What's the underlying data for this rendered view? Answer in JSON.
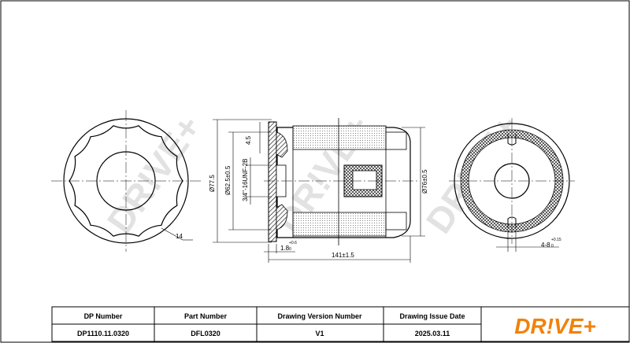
{
  "watermark": "DR!VE+",
  "dimensions": {
    "d_outer": "Ø77.5",
    "d_body": "Ø76±0.5",
    "d_gasket": "Ø62.5±0.5",
    "thread": "3/4\"-16UNF-2B",
    "h_top": "4.5",
    "h_bottom": "1.8",
    "h_bottom_tol": "+0.6",
    "h_bottom_tol2": "0",
    "length": "141±1.5",
    "flats": "14",
    "slot": "4-8",
    "slot_tol": "+0.15",
    "slot_tol2": "0"
  },
  "title_block": {
    "headers": [
      "DP Number",
      "Part Number",
      "Drawing Version Number",
      "Drawing Issue Date"
    ],
    "values": [
      "DP1110.11.0320",
      "DFL0320",
      "V1",
      "2025.03.11"
    ],
    "logo_text": "DR!VE+",
    "logo_color": "#f0820a"
  }
}
